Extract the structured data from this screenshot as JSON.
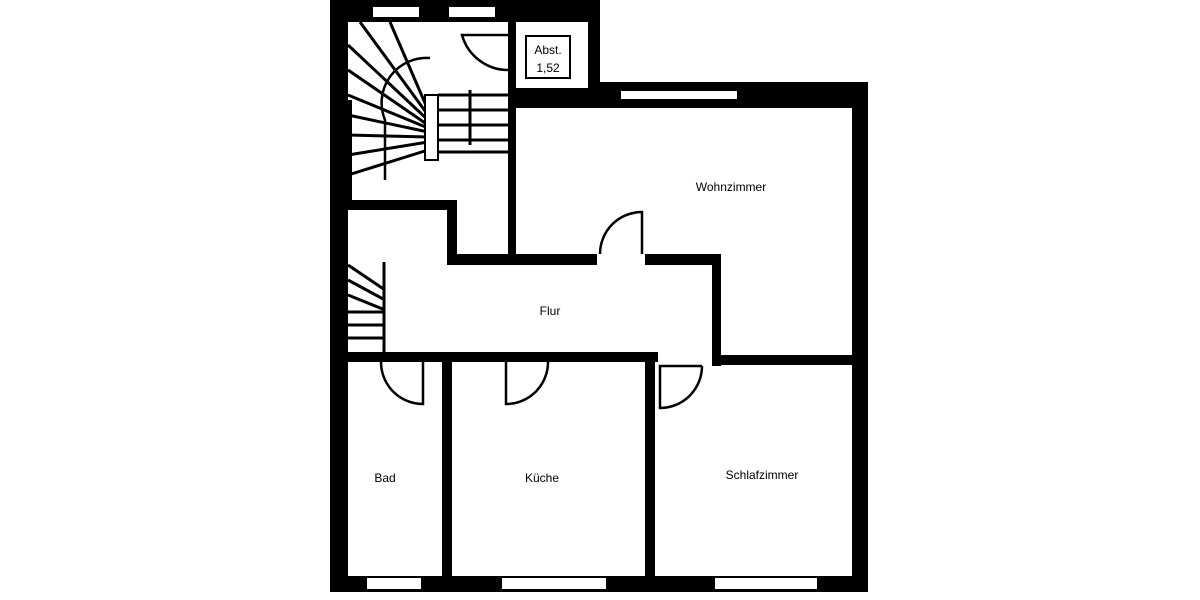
{
  "floor_plan": {
    "rooms": {
      "abstellraum_label": "Abst.",
      "abstellraum_area": "1,52",
      "wohnzimmer": "Wohnzimmer",
      "flur": "Flur",
      "bad": "Bad",
      "kueche": "Küche",
      "schlafzimmer": "Schlafzimmer"
    },
    "colors": {
      "wall": "#000000",
      "background": "#ffffff"
    }
  }
}
